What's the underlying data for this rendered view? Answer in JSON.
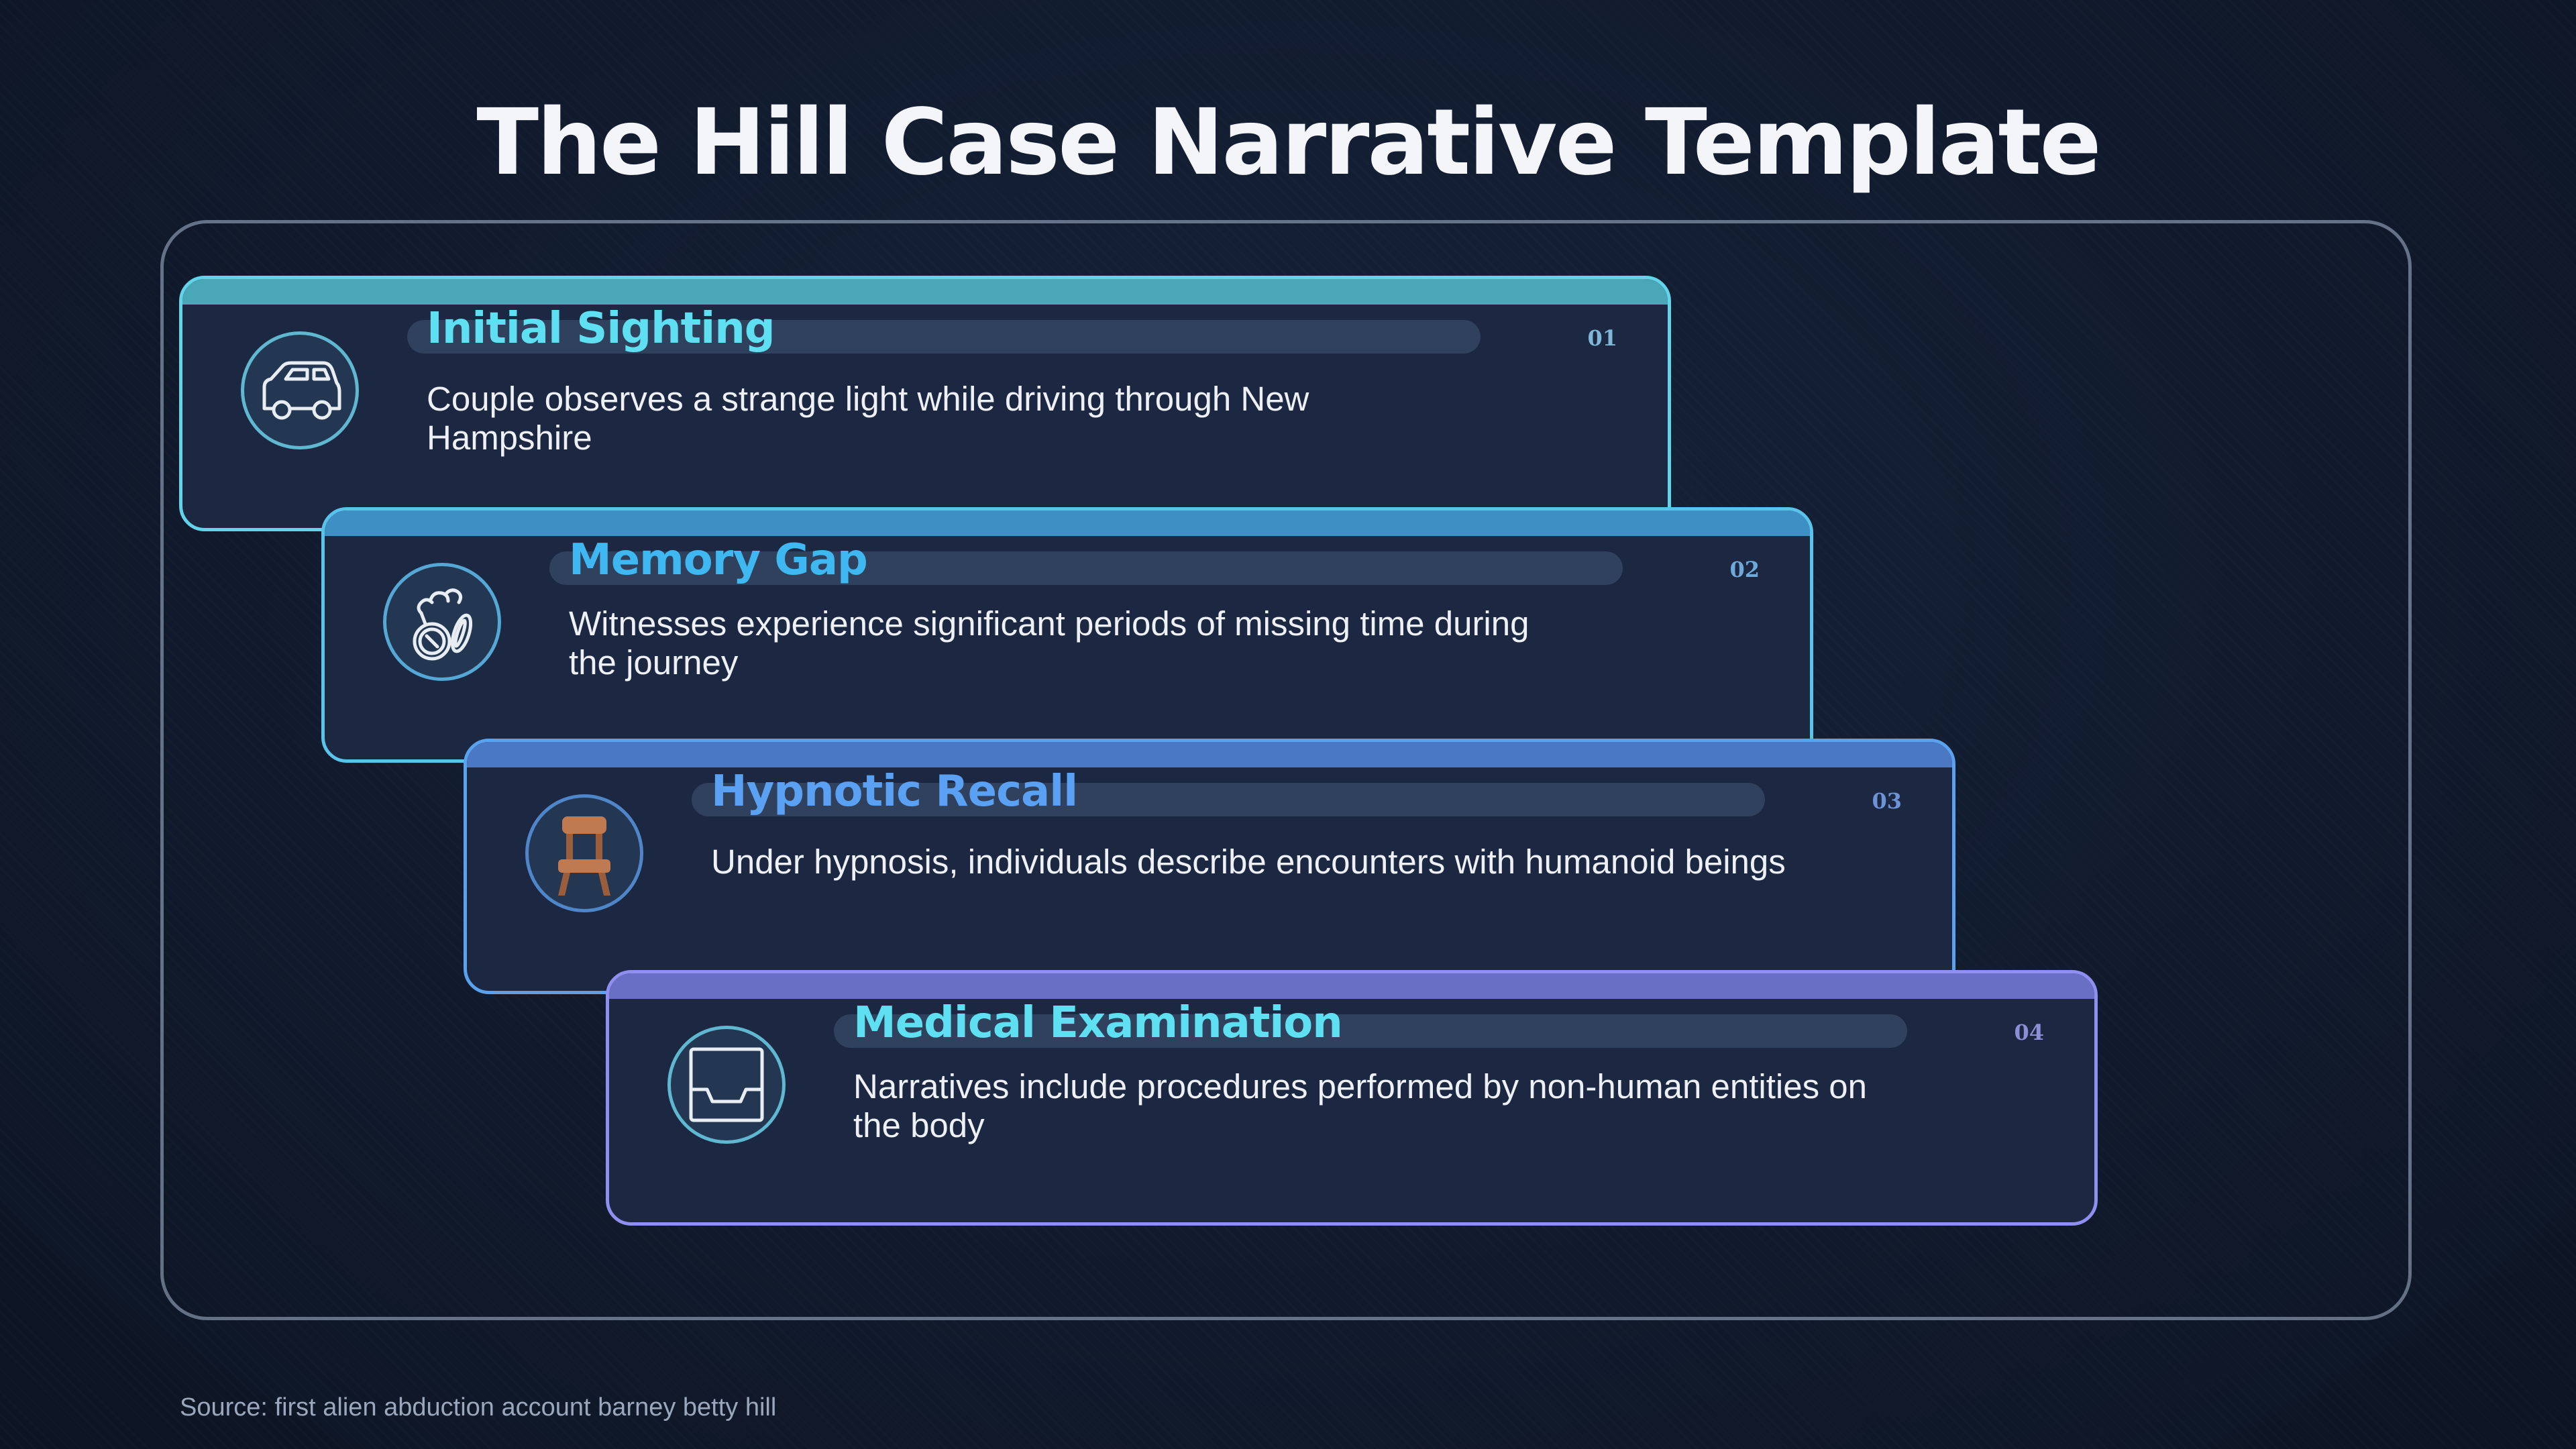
{
  "title": "The Hill Case Narrative Template",
  "cards": [
    {
      "title": "Initial Sighting",
      "description": "Couple observes a strange light while driving through New Hampshire",
      "number": "01",
      "icon": "car-icon",
      "colors": {
        "border": "#63d3ea",
        "bar": "#4aa7b8",
        "title": "#5ee0f2",
        "number": "#7fb7d9",
        "icon_ring": "#5fb8cf"
      }
    },
    {
      "title": "Memory Gap",
      "description": "Witnesses experience significant periods of missing time during the journey",
      "number": "02",
      "icon": "pocket-watch-icon",
      "colors": {
        "border": "#5ac3ec",
        "bar": "#3e8fc4",
        "title": "#3fb7f1",
        "number": "#6fa9d9",
        "icon_ring": "#55a8d6"
      }
    },
    {
      "title": "Hypnotic Recall",
      "description": "Under hypnosis, individuals describe encounters with humanoid beings",
      "number": "03",
      "icon": "chair-icon",
      "colors": {
        "border": "#5aa2ee",
        "bar": "#4a78c4",
        "title": "#5aa0f3",
        "number": "#6d92d6",
        "icon_ring": "#4f86c9"
      }
    },
    {
      "title": "Medical Examination",
      "description": "Narratives include procedures performed by non-human entities on the body",
      "number": "04",
      "icon": "tray-icon",
      "colors": {
        "border": "#8f8ff0",
        "bar": "#6a6fc6",
        "title": "#5ee0f2",
        "number": "#8a8fd6",
        "icon_ring": "#5fb8cf"
      }
    }
  ],
  "source": "Source: first alien abduction account barney betty hill"
}
